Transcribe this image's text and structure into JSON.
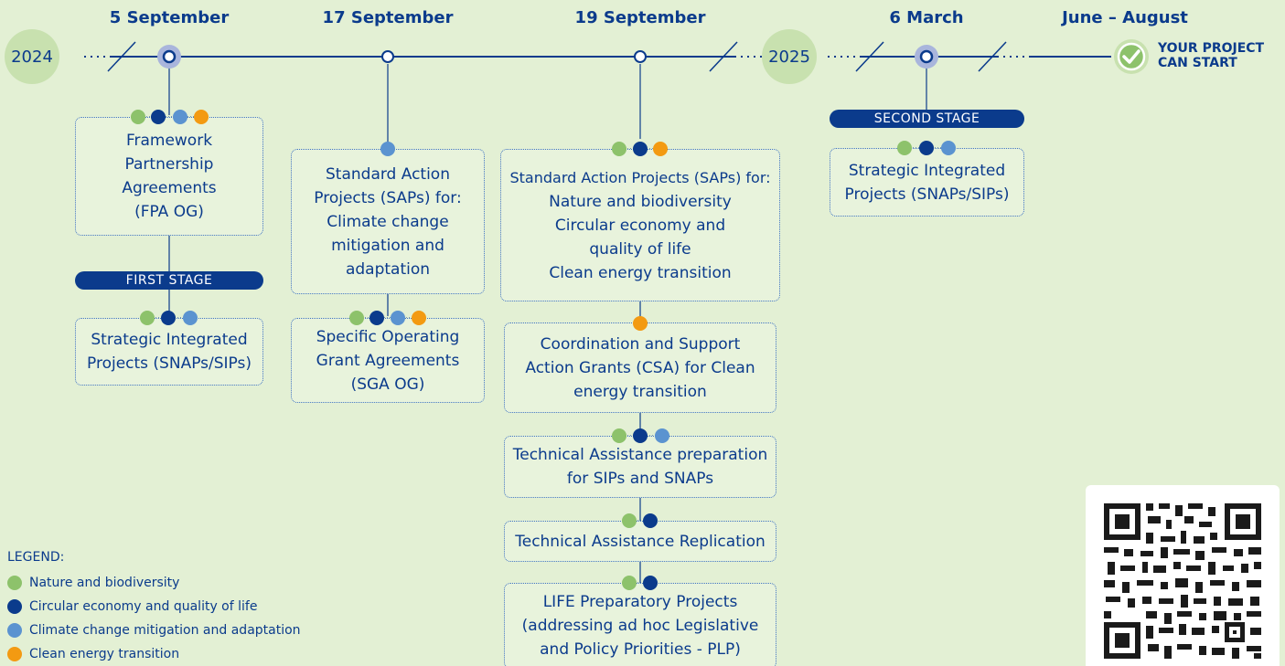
{
  "dates": {
    "d1": "5 September",
    "d2": "17  September",
    "d3": "19  September",
    "d4": "6 March",
    "d5": "June – August"
  },
  "years": {
    "y2024": "2024",
    "y2025": "2025"
  },
  "final": {
    "line1": "YOUR PROJECT",
    "line2": "CAN START"
  },
  "stages": {
    "first": "FIRST STAGE",
    "second": "SECOND STAGE"
  },
  "boxes": {
    "fpa": [
      "Framework",
      "Partnership",
      "Agreements",
      "(FPA OG)"
    ],
    "sip1": [
      "Strategic Integrated",
      "Projects (SNAPs/SIPs)"
    ],
    "sap_climate": [
      "Standard Action",
      "Projects (SAPs) for:",
      "Climate change",
      "mitigation and",
      "adaptation"
    ],
    "sga": [
      "Specific Operating",
      "Grant Agreements",
      "(SGA OG)"
    ],
    "sap_nature": [
      "Standard Action Projects (SAPs) for:",
      "Nature and biodiversity",
      "Circular economy and",
      "quality of life",
      "Clean energy transition"
    ],
    "csa": [
      "Coordination and Support",
      "Action Grants (CSA) for Clean",
      "energy transition"
    ],
    "ta_prep": [
      "Technical Assistance preparation",
      "for SIPs and SNAPs"
    ],
    "ta_rep": [
      "Technical Assistance Replication"
    ],
    "life_prep": [
      "LIFE Preparatory Projects",
      "(addressing ad hoc Legislative",
      "and Policy Priorities - PLP)"
    ],
    "sip2": [
      "Strategic Integrated",
      "Projects (SNAPs/SIPs)"
    ]
  },
  "legend": {
    "title": "LEGEND:",
    "items": [
      {
        "label": "Nature and biodiversity",
        "color": "#8dc26b"
      },
      {
        "label": "Circular economy and quality of life",
        "color": "#0b3b8c"
      },
      {
        "label": "Climate change mitigation and adaptation",
        "color": "#5b93d0"
      },
      {
        "label": "Clean energy transition",
        "color": "#f39a12"
      }
    ]
  },
  "colors": {
    "green": "#8dc26b",
    "navy": "#0b3b8c",
    "blue": "#5b93d0",
    "orange": "#f39a12",
    "background": "#e3f0d4"
  },
  "icons": {
    "final": "checkmark-circle-icon",
    "qr": "qr-code-icon"
  }
}
